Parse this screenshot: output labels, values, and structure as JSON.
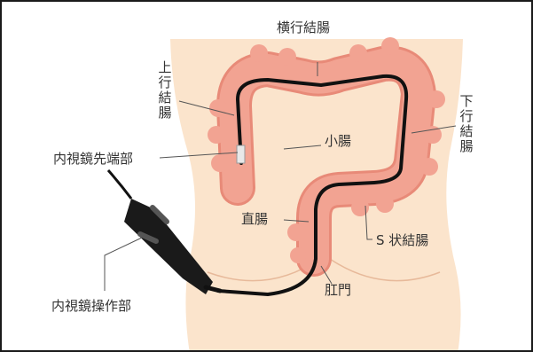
{
  "labels": {
    "transverse_colon": "横行結腸",
    "ascending_colon": "上行結腸",
    "descending_colon": "下行結腸",
    "small_intestine": "小腸",
    "endoscope_tip": "内視鏡先端部",
    "rectum": "直腸",
    "sigmoid_colon": "S 状結腸",
    "anus": "肛門",
    "endoscope_control": "内視鏡操作部"
  },
  "colors": {
    "skin": "#fbe4cc",
    "colon": "#f2a392",
    "colon_edge": "#e88a78",
    "scope": "#111111",
    "leader": "#555555",
    "frame": "#1a1a1a"
  }
}
